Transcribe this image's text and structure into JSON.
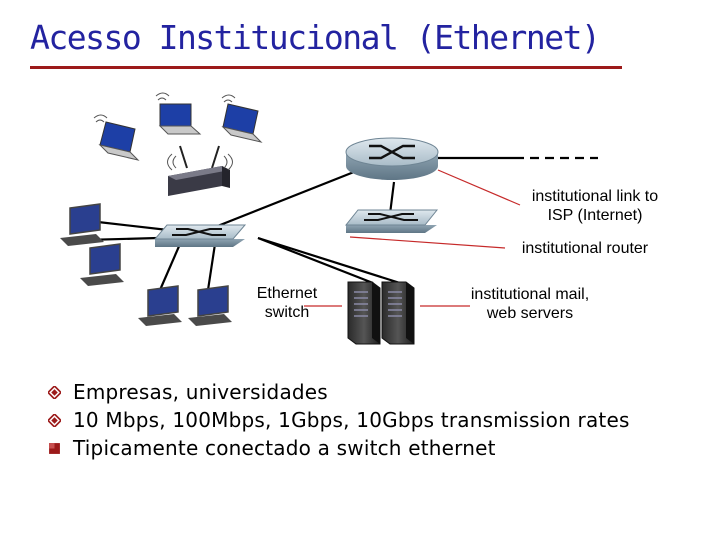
{
  "title": "Acesso Institucional (Ethernet)",
  "colors": {
    "title": "#2323a0",
    "title_rule": "#9c1a1a",
    "bullet_marker": "#9c1a1a",
    "callout_line": "#c62a2a"
  },
  "labels": {
    "isp_link": [
      "institutional link to",
      "ISP (Internet)"
    ],
    "router": "institutional router",
    "switch": [
      "Ethernet",
      "switch"
    ],
    "servers": [
      "institutional mail,",
      "web servers"
    ]
  },
  "bullets": [
    {
      "marker": "diamond-icon",
      "text": "Empresas, universidades"
    },
    {
      "marker": "diamond-icon",
      "text": "10 Mbps, 100Mbps, 1Gbps, 10Gbps transmission rates"
    },
    {
      "marker": "square-icon",
      "text": "Tipicamente conectado a switch ethernet"
    }
  ]
}
